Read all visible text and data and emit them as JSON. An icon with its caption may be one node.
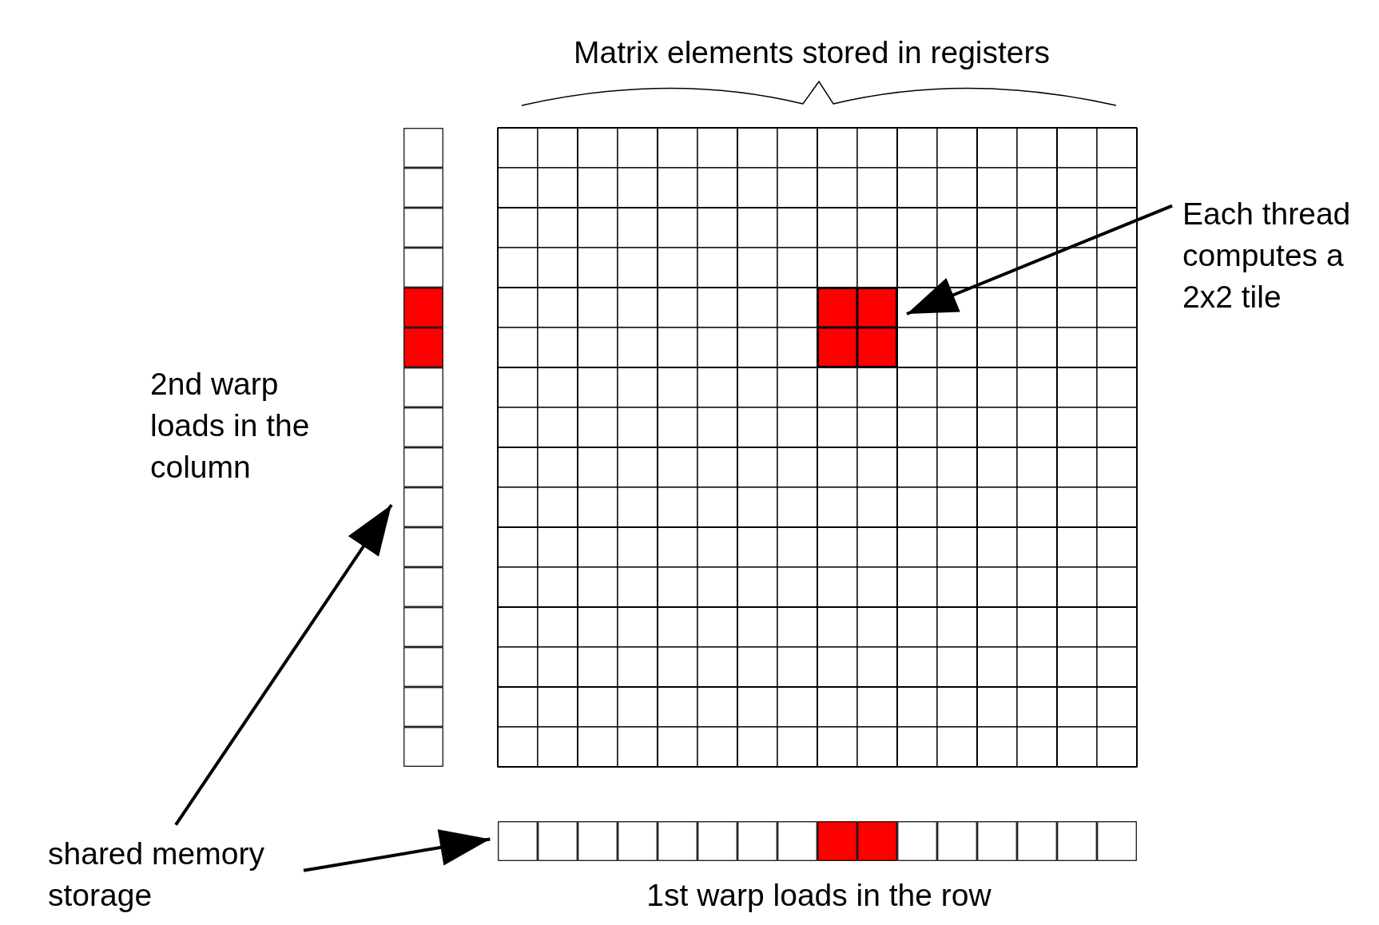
{
  "diagram": {
    "nodes": [
      {
        "text": [
          "Each thread computes a 2x2 tile"
        ]
      },
      {
        "text": [],
        "shape": "box"
      },
      {
        "text": [
          "shared memory storage"
        ]
      },
      {
        "text": [],
        "shape": "bar",
        "beside": [
          "2nd warp loads in the column"
        ]
      },
      {
        "text": [],
        "shape": "bar",
        "beside": [
          "1st warp loads in the row"
        ]
      }
    ],
    "edges": [
      {
        "from": 0,
        "to": 1,
        "arrow": "to"
      },
      {
        "from": 2,
        "to": 3,
        "arrow": "to"
      },
      {
        "from": 2,
        "to": 4,
        "arrow": "to"
      }
    ],
    "labels": [
      "Matrix elements stored in registers"
    ]
  }
}
